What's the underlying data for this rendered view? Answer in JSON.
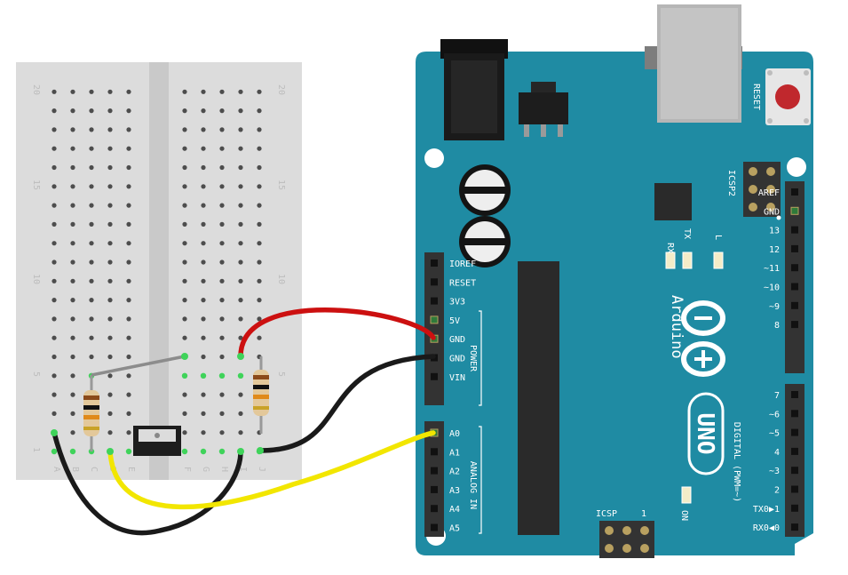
{
  "breadboard": {
    "row_numbers": [
      "20",
      "15",
      "10",
      "5",
      "1"
    ],
    "column_letters": [
      "A",
      "B",
      "C",
      "D",
      "E",
      "F",
      "G",
      "H",
      "I",
      "J"
    ]
  },
  "arduino": {
    "brand": "Arduino",
    "model": "UNO",
    "reset_label": "RESET",
    "icsp2_label": "ICSP2",
    "icsp_label": "ICSP",
    "icsp_pin1": "1",
    "rx_label": "RX",
    "tx_label": "TX",
    "l_label": "L",
    "on_label": "ON",
    "power_header_title": "POWER",
    "analog_header_title": "ANALOG IN",
    "digital_header_title": "DIGITAL (PWM=~)",
    "power_pins": [
      "IOREF",
      "RESET",
      "3V3",
      "5V",
      "GND",
      "GND",
      "VIN"
    ],
    "analog_pins": [
      "A0",
      "A1",
      "A2",
      "A3",
      "A4",
      "A5"
    ],
    "top_right_pins": [
      "AREF",
      "GND",
      "13",
      "12",
      "~11",
      "~10",
      "~9",
      "8"
    ],
    "digital_pins": [
      "7",
      "~6",
      "~5",
      "4",
      "~3",
      "2",
      "TX0▶1",
      "RX0◀0"
    ]
  },
  "colors": {
    "board": "#1f8ba3",
    "wire_red": "#cc1010",
    "wire_black": "#1a1a1a",
    "wire_yellow": "#f2e600",
    "wire_gray": "#8c8c8c",
    "reset_button": "#c0282d"
  }
}
